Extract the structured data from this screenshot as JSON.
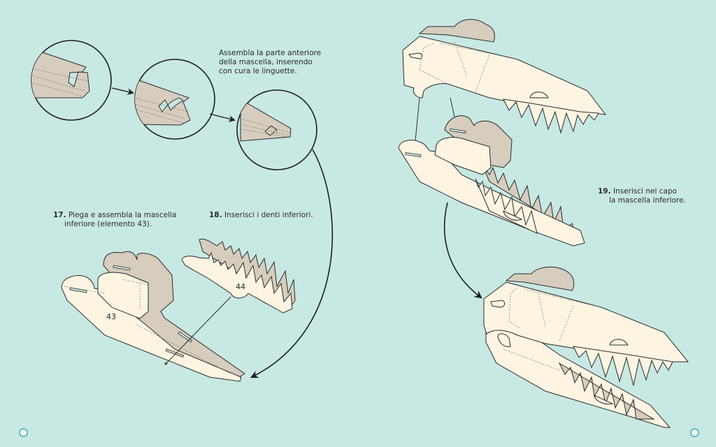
{
  "colors": {
    "background": "#c8e8e4",
    "paper_light": "#fdf5e2",
    "paper_dark": "#d7cdbe",
    "outline": "#2a2a2a",
    "page_marker": "#5fbfc8"
  },
  "intro_caption": {
    "lines": [
      "Assembla la parte anteriore",
      "della mascella, inserendo",
      "con cura le linguette."
    ]
  },
  "steps": [
    {
      "number": "17.",
      "lines": [
        "Piega e assembla la mascella",
        "inferiore (elemento 43)."
      ]
    },
    {
      "number": "18.",
      "lines": [
        "Inserisci i denti inferiori."
      ]
    },
    {
      "number": "19.",
      "lines": [
        "Inserisci nel capo",
        "la mascella inferiore."
      ]
    }
  ],
  "part_labels": {
    "jaw": "43",
    "teeth": "44"
  },
  "icons": {
    "page_marker_left": "page-dot-icon",
    "page_marker_right": "page-dot-icon",
    "arrow": "arrow-icon"
  }
}
